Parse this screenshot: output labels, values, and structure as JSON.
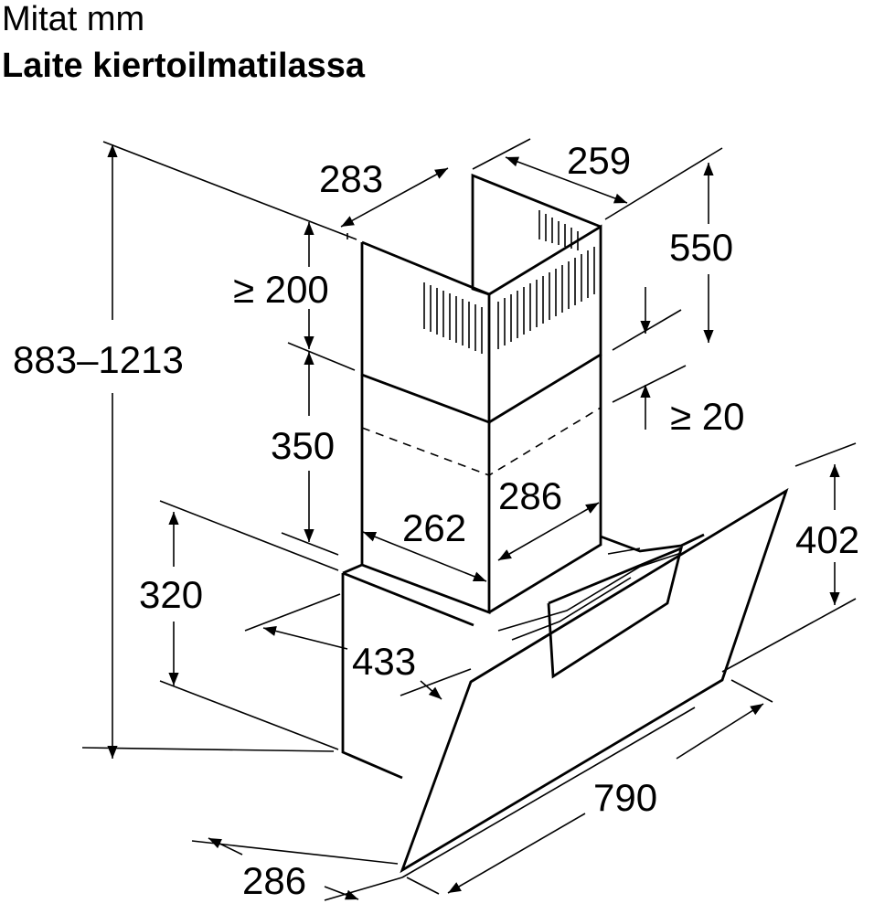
{
  "header": {
    "units_label": "Mitat mm",
    "mode_title": "Laite kiertoilmatilassa"
  },
  "dimensions": {
    "chimney_depth": "283",
    "chimney_width": "259",
    "upper_chimney_height": "550",
    "min_gap_top": "≥ 200",
    "total_height": "883–1213",
    "min_overlap": "≥ 20",
    "lower_chimney_height": "350",
    "lower_chimney_width": "286",
    "lower_chimney_depth": "262",
    "hood_height": "402",
    "body_height": "320",
    "body_depth": "433",
    "hood_width": "790",
    "hood_depth": "286"
  }
}
